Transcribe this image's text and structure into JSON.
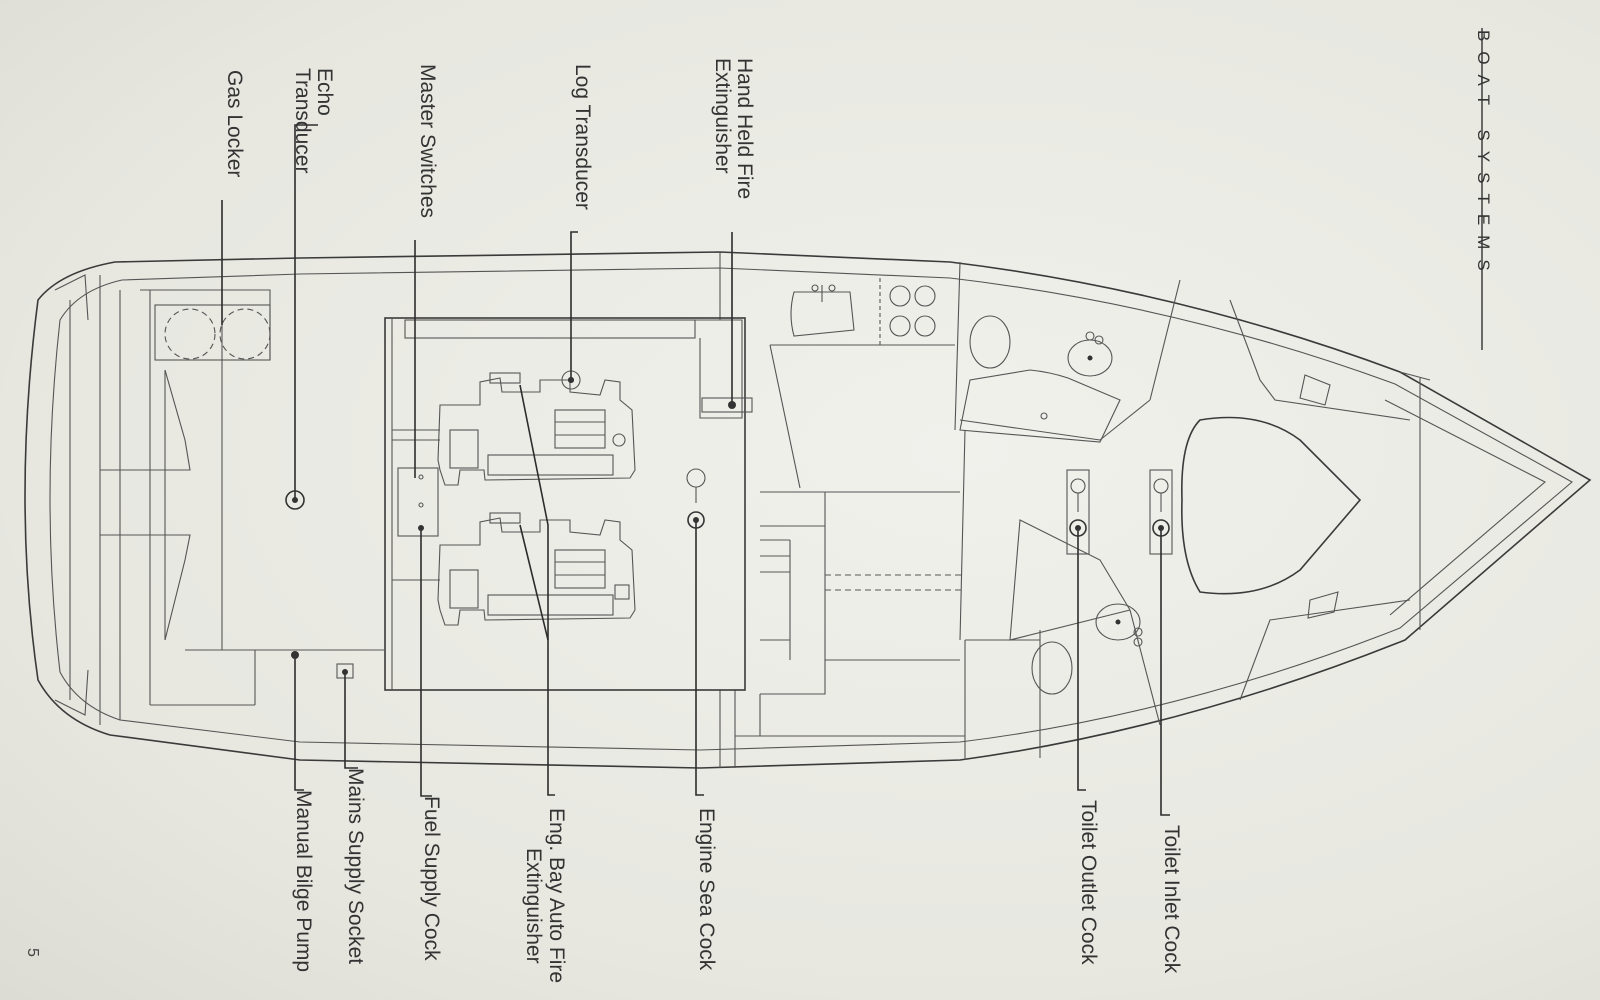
{
  "heading": "BOAT SYSTEMS",
  "page_number": "5",
  "labels": {
    "gas_locker": "Gas Locker",
    "echo_transducer_line1": "Echo",
    "echo_transducer_line2": "Transducer",
    "master_switches": "Master Switches",
    "log_transducer": "Log Transducer",
    "hand_held_fire_line1": "Hand Held Fire",
    "hand_held_fire_line2": "Extinguisher",
    "manual_bilge_pump": "Manual Bilge Pump",
    "mains_supply_socket": "Mains Supply Socket",
    "fuel_supply_cock": "Fuel Supply Cock",
    "eng_bay_line1": "Eng. Bay Auto Fire",
    "eng_bay_line2": "Extinguisher",
    "engine_sea_cock": "Engine Sea Cock",
    "toilet_outlet_cock": "Toilet Outlet Cock",
    "toilet_inlet_cock": "Toilet Inlet Cock"
  }
}
